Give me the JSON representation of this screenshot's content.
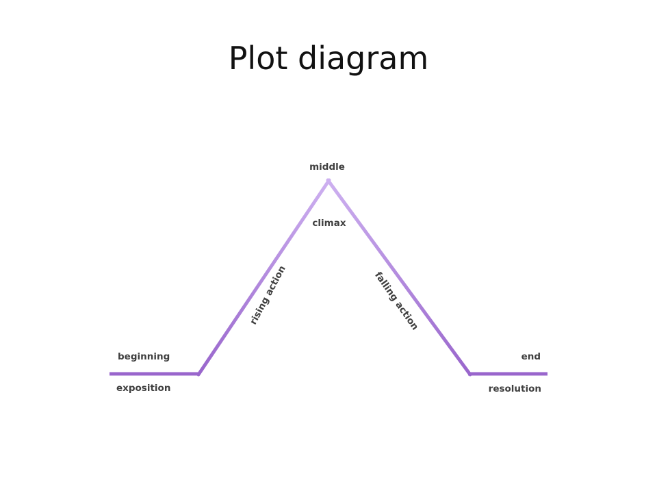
{
  "title": "Plot diagram",
  "diagram": {
    "labels": {
      "middle": "middle",
      "climax": "climax",
      "rising_action": "rising action",
      "falling_action": "falling action",
      "beginning": "beginning",
      "exposition": "exposition",
      "end": "end",
      "resolution": "resolution"
    },
    "colors": {
      "line_dark": "#9966cc",
      "line_light": "#c8a8ee",
      "text": "#3f3f3f"
    }
  }
}
